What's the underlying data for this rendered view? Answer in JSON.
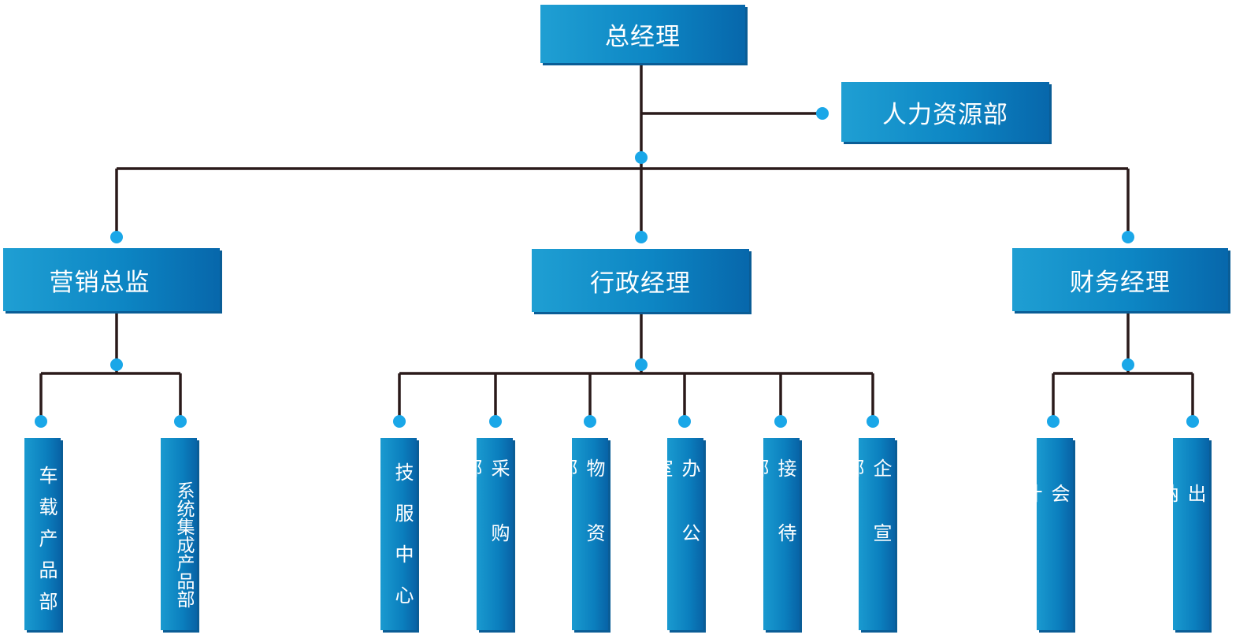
{
  "nodes": {
    "ceo": "总经理",
    "hr": "人力资源部",
    "sales_director": "营销总监",
    "admin_manager": "行政经理",
    "finance_manager": "财务经理",
    "car_products": "车载产品部",
    "system_integration": "系统集成产品部",
    "tech_service": "技服中心",
    "purchasing": "采购部",
    "materials": "物资部",
    "office": "办公室",
    "reception": "接待部",
    "enterprise_pr": "企宣部",
    "accounting": "会计",
    "cashier": "出纳"
  },
  "colors": {
    "box_light": "#1f9fd3",
    "box_dark": "#0767ab",
    "connector_line": "#2a1a1a",
    "connector_dot": "#1aa7e8"
  }
}
